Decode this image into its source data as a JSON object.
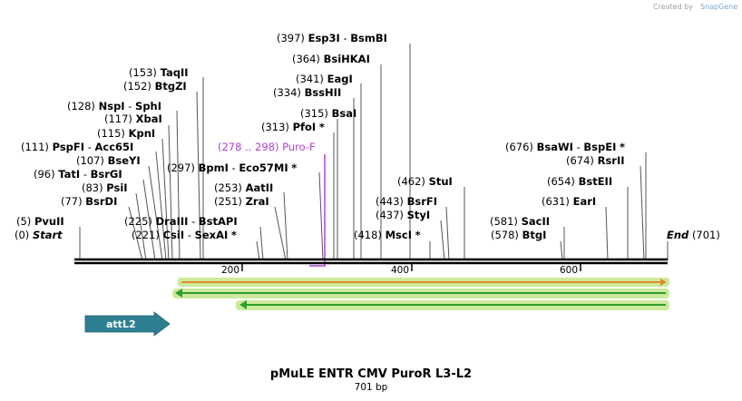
{
  "credit": {
    "prefix": "Created by",
    "brand": "SnapGene"
  },
  "title": "pMuLE ENTR CMV PuroR L3-L2",
  "subtitle": "701 bp",
  "ends": {
    "start": {
      "pos": "(0)",
      "name": "Start"
    },
    "end": {
      "pos": "(701)",
      "name": "End"
    }
  },
  "ticks": [
    "200",
    "400",
    "600"
  ],
  "primer": {
    "range": "(278 .. 298)",
    "name": "Puro-F",
    "color": "#b040d8"
  },
  "feature": {
    "name": "attL2",
    "color": "#2f7f93"
  },
  "colors": {
    "orange": "#e38a2b",
    "green": "#2e9e2e",
    "glow": "#cdea9c"
  },
  "sites": [
    {
      "pos": "(397)",
      "name": "Esp3I",
      "name2": "BsmBI",
      "star": ""
    },
    {
      "pos": "(364)",
      "name": "BsiHKAI",
      "name2": "",
      "star": ""
    },
    {
      "pos": "(341)",
      "name": "EagI",
      "name2": "",
      "star": ""
    },
    {
      "pos": "(334)",
      "name": "BssHII",
      "name2": "",
      "star": ""
    },
    {
      "pos": "(315)",
      "name": "BsaI",
      "name2": "",
      "star": ""
    },
    {
      "pos": "(313)",
      "name": "PfoI",
      "name2": "",
      "star": "*"
    },
    {
      "pos": "(297)",
      "name": "BpmI",
      "name2": "Eco57MI",
      "star": "*"
    },
    {
      "pos": "(253)",
      "name": "AatII",
      "name2": "",
      "star": ""
    },
    {
      "pos": "(251)",
      "name": "ZraI",
      "name2": "",
      "star": ""
    },
    {
      "pos": "(225)",
      "name": "DraIII",
      "name2": "BstAPI",
      "star": ""
    },
    {
      "pos": "(221)",
      "name": "CsiI",
      "name2": "SexAI",
      "star": "*"
    },
    {
      "pos": "(153)",
      "name": "TaqII",
      "name2": "",
      "star": ""
    },
    {
      "pos": "(152)",
      "name": "BtgZI",
      "name2": "",
      "star": ""
    },
    {
      "pos": "(128)",
      "name": "NspI",
      "name2": "SphI",
      "star": ""
    },
    {
      "pos": "(117)",
      "name": "XbaI",
      "name2": "",
      "star": ""
    },
    {
      "pos": "(115)",
      "name": "KpnI",
      "name2": "",
      "star": ""
    },
    {
      "pos": "(111)",
      "name": "PspFI",
      "name2": "Acc65I",
      "star": ""
    },
    {
      "pos": "(107)",
      "name": "BseYI",
      "name2": "",
      "star": ""
    },
    {
      "pos": "(96)",
      "name": "TatI",
      "name2": "BsrGI",
      "star": ""
    },
    {
      "pos": "(83)",
      "name": "PsiI",
      "name2": "",
      "star": ""
    },
    {
      "pos": "(77)",
      "name": "BsrDI",
      "name2": "",
      "star": ""
    },
    {
      "pos": "(5)",
      "name": "PvuII",
      "name2": "",
      "star": ""
    },
    {
      "pos": "(462)",
      "name": "StuI",
      "name2": "",
      "star": ""
    },
    {
      "pos": "(443)",
      "name": "BsrFI",
      "name2": "",
      "star": ""
    },
    {
      "pos": "(437)",
      "name": "StyI",
      "name2": "",
      "star": ""
    },
    {
      "pos": "(418)",
      "name": "MscI",
      "name2": "",
      "star": "*"
    },
    {
      "pos": "(676)",
      "name": "BsaWI",
      "name2": "BspEI",
      "star": "*"
    },
    {
      "pos": "(674)",
      "name": "RsrII",
      "name2": "",
      "star": ""
    },
    {
      "pos": "(654)",
      "name": "BstEII",
      "name2": "",
      "star": ""
    },
    {
      "pos": "(631)",
      "name": "EarI",
      "name2": "",
      "star": ""
    },
    {
      "pos": "(581)",
      "name": "SacII",
      "name2": "",
      "star": ""
    },
    {
      "pos": "(578)",
      "name": "BtgI",
      "name2": "",
      "star": ""
    }
  ]
}
